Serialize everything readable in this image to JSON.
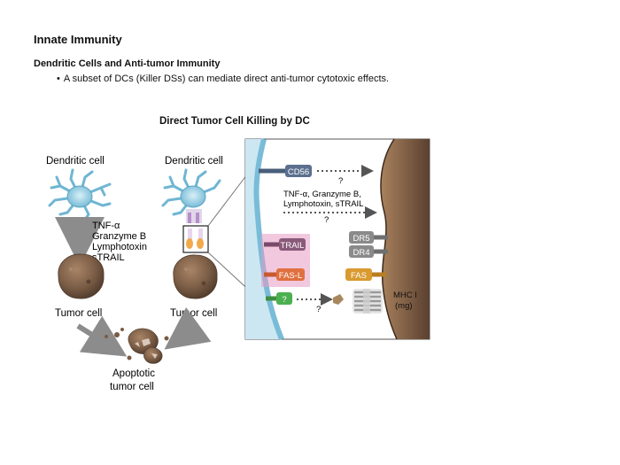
{
  "slide": {
    "title": "Innate Immunity",
    "subtitle": "Dendritic Cells and Anti-tumor Immunity",
    "bullet": "A subset of DCs (Killer DSs) can mediate direct anti-tumor cytotoxic effects."
  },
  "figure": {
    "title": "Direct Tumor Cell Killing by DC",
    "left": {
      "dc_label": "Dendritic cell",
      "mediators": [
        "TNF-α",
        "Granzyme B",
        "Lymphotoxin",
        "sTRAIL"
      ],
      "tumor_label": "Tumor cell"
    },
    "middle": {
      "dc_label": "Dendritic cell",
      "tumor_label": "Tumor cell"
    },
    "apoptotic_label": [
      "Apoptotic",
      "tumor cell"
    ],
    "inset": {
      "cd56": "CD56",
      "q1": "?",
      "mediators": [
        "TNF-α, Granzyme B,",
        "Lymphotoxin, sTRAIL"
      ],
      "q2": "?",
      "trail": "TRAIL",
      "fasl": "FAS-L",
      "q3_box": "?",
      "q3": "?",
      "dr5": "DR5",
      "dr4": "DR4",
      "fas": "FAS",
      "mhc": [
        "MHC I",
        "(mg)"
      ]
    },
    "colors": {
      "dc": "#8fd0e8",
      "tumor": "#7a5c45",
      "trail": "#8a5a7a",
      "fasl": "#e07040",
      "fas": "#d99a30",
      "receptor": "#8a8a8a",
      "unknown": "#4caf50",
      "highlight": "#e79bc4"
    }
  }
}
